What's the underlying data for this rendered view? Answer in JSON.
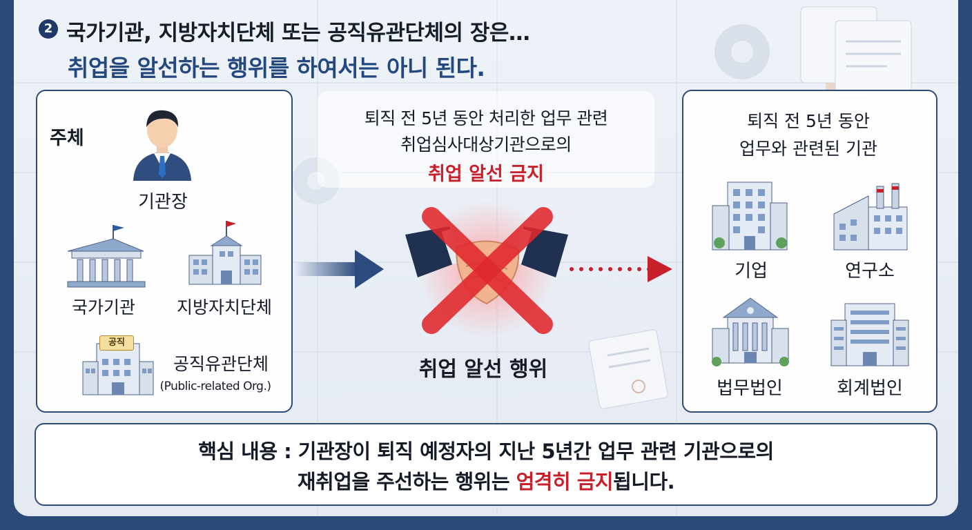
{
  "header": {
    "number": "2",
    "line1": "국가기관, 지방자치단체 또는 공직유관단체의 장은…",
    "line2": "취업을 알선하는 행위를 하여서는 아니 된다."
  },
  "left_panel": {
    "heading": "주체",
    "head_person": "기관장",
    "orgs": {
      "national": "국가기관",
      "local": "지방자치단체",
      "public": "공직유관단체",
      "public_en": "(Public-related Org.)",
      "public_sign": "공직"
    }
  },
  "center": {
    "line1": "퇴직 전 5년 동안 처리한 업무 관련",
    "line2": "취업심사대상기관으로의",
    "line3": "취업 알선 금지",
    "action": "취업 알선 행위"
  },
  "right_panel": {
    "line1": "퇴직 전 5년 동안",
    "line2": "업무와 관련된 기관",
    "orgs": {
      "company": "기업",
      "lab": "연구소",
      "law": "법무법인",
      "accounting": "회계법인"
    }
  },
  "summary": {
    "line1": "핵심 내용 : 기관장이 퇴직 예정자의 지난 5년간 업무 관련 기관으로의",
    "line2_a": "재취업을 주선하는 행위는 ",
    "line2_red": "엄격히 금지",
    "line2_b": "됩니다."
  },
  "colors": {
    "navy": "#1f3a68",
    "accent_blue": "#23487f",
    "prohibit_red": "#c8202a"
  }
}
